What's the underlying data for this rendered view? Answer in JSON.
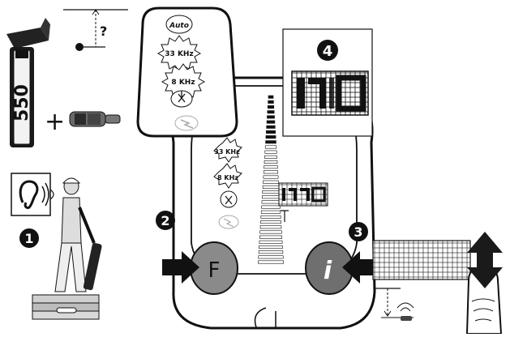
{
  "locator": {
    "model_label": "550",
    "question_mark": "?"
  },
  "plus_sign": "+",
  "steps": {
    "one": "1",
    "two": "2",
    "three": "3",
    "four": "4"
  },
  "panel": {
    "auto_label": "Auto",
    "freq_high": "33 KHz",
    "freq_low": "8 KHz"
  },
  "buttons": {
    "f_label": "F",
    "info_label": "i"
  },
  "colors": {
    "ink": "#111111",
    "button_grey": "#8a8a8a",
    "screen_white": "#ffffff"
  },
  "icons": [
    "ear-icon",
    "radio-waves-icon",
    "antenna-icon",
    "lightning-icon",
    "sonde-icon",
    "hand-press-icon",
    "up-down-arrow-icon"
  ]
}
